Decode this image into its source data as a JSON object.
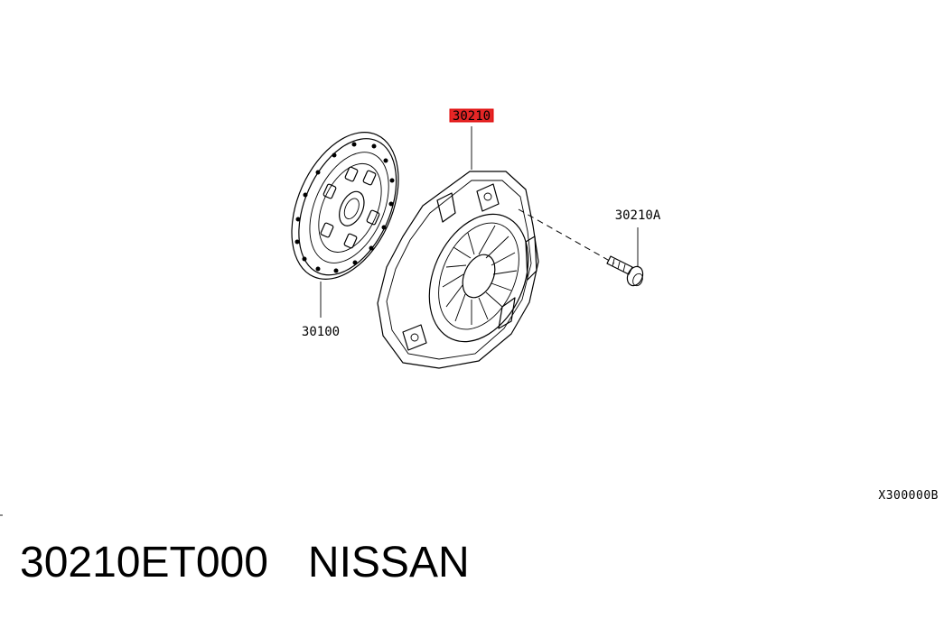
{
  "diagram": {
    "callouts": {
      "pressure_plate": "30210",
      "bolt": "30210A",
      "disc": "30100"
    },
    "highlight_color": "#e00000",
    "code": "X300000B"
  },
  "footer": {
    "part_number": "30210ET000",
    "brand": "NISSAN"
  }
}
